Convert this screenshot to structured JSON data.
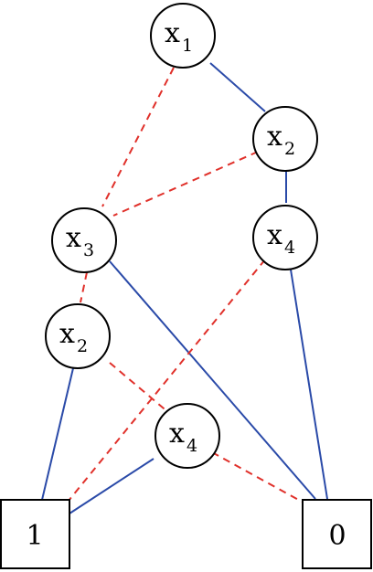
{
  "diagram": {
    "colors": {
      "high_edge": "#2a4aa8",
      "low_edge": "#e0302a",
      "node_stroke": "#000000",
      "background": "#ffffff"
    },
    "nodes": [
      {
        "id": "n1",
        "var": "x",
        "index": "1"
      },
      {
        "id": "n2",
        "var": "x",
        "index": "2"
      },
      {
        "id": "n3",
        "var": "x",
        "index": "3"
      },
      {
        "id": "n4",
        "var": "x",
        "index": "4"
      },
      {
        "id": "n5",
        "var": "x",
        "index": "2"
      },
      {
        "id": "n6",
        "var": "x",
        "index": "4"
      }
    ],
    "terminals": [
      {
        "id": "t1",
        "label": "1"
      },
      {
        "id": "t0",
        "label": "0"
      }
    ],
    "edges": [
      {
        "from": "n1",
        "to": "n2",
        "style": "solid"
      },
      {
        "from": "n1",
        "to": "n3",
        "style": "dashed"
      },
      {
        "from": "n2",
        "to": "n3",
        "style": "dashed"
      },
      {
        "from": "n2",
        "to": "n4",
        "style": "solid"
      },
      {
        "from": "n3",
        "to": "n5",
        "style": "dashed"
      },
      {
        "from": "n3",
        "to": "t0",
        "style": "solid"
      },
      {
        "from": "n4",
        "to": "t1",
        "style": "dashed"
      },
      {
        "from": "n4",
        "to": "t0",
        "style": "solid"
      },
      {
        "from": "n5",
        "to": "t1",
        "style": "solid"
      },
      {
        "from": "n5",
        "to": "n6",
        "style": "dashed"
      },
      {
        "from": "n6",
        "to": "t1",
        "style": "solid"
      },
      {
        "from": "n6",
        "to": "t0",
        "style": "dashed"
      }
    ]
  }
}
